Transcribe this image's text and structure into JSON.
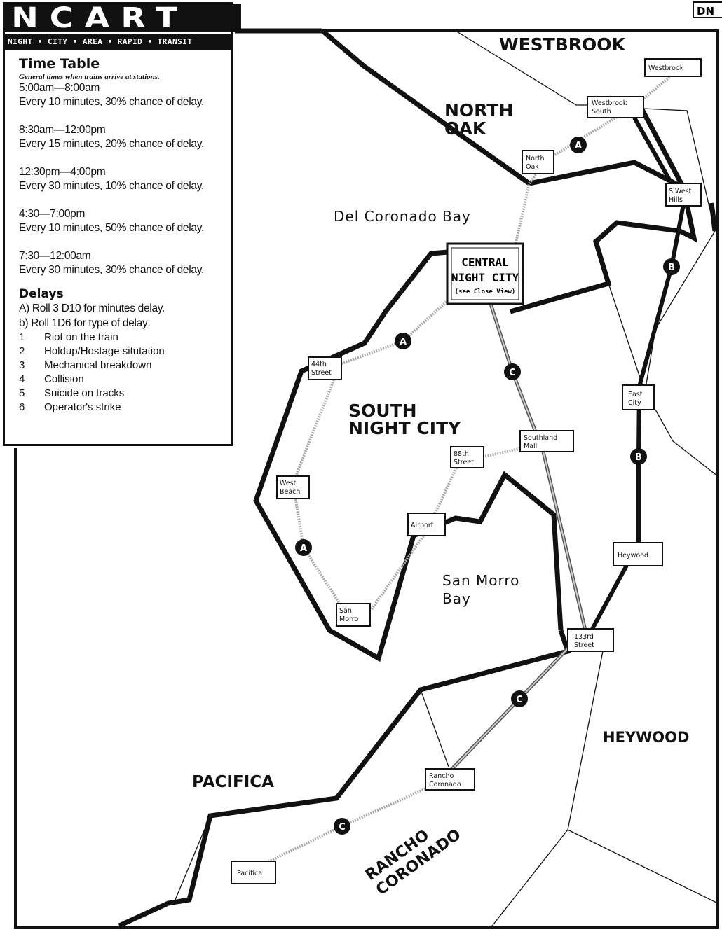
{
  "header": {
    "logo": "NCART",
    "tagline": "NIGHT • CITY • AREA • RAPID • TRANSIT",
    "corner_tag": "DN"
  },
  "timetable": {
    "title": "Time Table",
    "note": "General times when trains arrive at stations.",
    "slots": [
      {
        "time": "5:00am—8:00am",
        "detail": "Every 10 minutes, 30% chance of delay."
      },
      {
        "time": "8:30am—12:00pm",
        "detail": "Every 15 minutes, 20% chance of delay."
      },
      {
        "time": "12:30pm—4:00pm",
        "detail": "Every 30 minutes, 10% chance of delay."
      },
      {
        "time": "4:30—7:00pm",
        "detail": "Every 10 minutes, 50% chance of delay."
      },
      {
        "time": "7:30—12:00am",
        "detail": "Every 30 minutes, 30% chance of delay."
      }
    ]
  },
  "delays": {
    "title": "Delays",
    "a": "A) Roll 3 D10 for minutes delay.",
    "b": "b) Roll 1D6 for type of delay:",
    "types": [
      {
        "n": "1",
        "label": "Riot on the train"
      },
      {
        "n": "2",
        "label": "Holdup/Hostage situtation"
      },
      {
        "n": "3",
        "label": "Mechanical  breakdown"
      },
      {
        "n": "4",
        "label": "Collision"
      },
      {
        "n": "5",
        "label": "Suicide on tracks"
      },
      {
        "n": "6",
        "label": "Operator's strike"
      }
    ]
  },
  "regions": {
    "westbrook": "WESTBROOK",
    "north_oak": [
      "NORTH",
      "OAK"
    ],
    "south_night_city": [
      "SOUTH",
      "NIGHT CITY"
    ],
    "heywood": "HEYWOOD",
    "pacifica": "PACIFICA",
    "rancho_coronado": [
      "RANCHO",
      "CORONADO"
    ],
    "del_coronado_bay": "Del Coronado Bay",
    "san_morro_bay": [
      "San Morro",
      "Bay"
    ]
  },
  "central": [
    "CENTRAL",
    "NIGHT CITY",
    "(see Close View)"
  ],
  "stations": {
    "westbrook": [
      "Westbrook"
    ],
    "westbrook_south": [
      "Westbrook",
      "South"
    ],
    "north_oak": [
      "North",
      "Oak"
    ],
    "sw_hills": [
      "S.West",
      "Hills"
    ],
    "44th": [
      "44th",
      "Street"
    ],
    "southland": [
      "Southland",
      "Mall"
    ],
    "88th": [
      "88th",
      "Street"
    ],
    "east_city": [
      "East",
      "City"
    ],
    "west_beach": [
      "West",
      "Beach"
    ],
    "airport": [
      "Airport"
    ],
    "heywood": [
      "Heywood"
    ],
    "san_morro": [
      "San",
      "Morro"
    ],
    "133rd": [
      "133rd",
      "Street"
    ],
    "rancho": [
      "Rancho",
      "Coronado"
    ],
    "pacifica": [
      "Pacifica"
    ]
  },
  "lines": {
    "a": "A",
    "b": "B",
    "c": "C"
  }
}
